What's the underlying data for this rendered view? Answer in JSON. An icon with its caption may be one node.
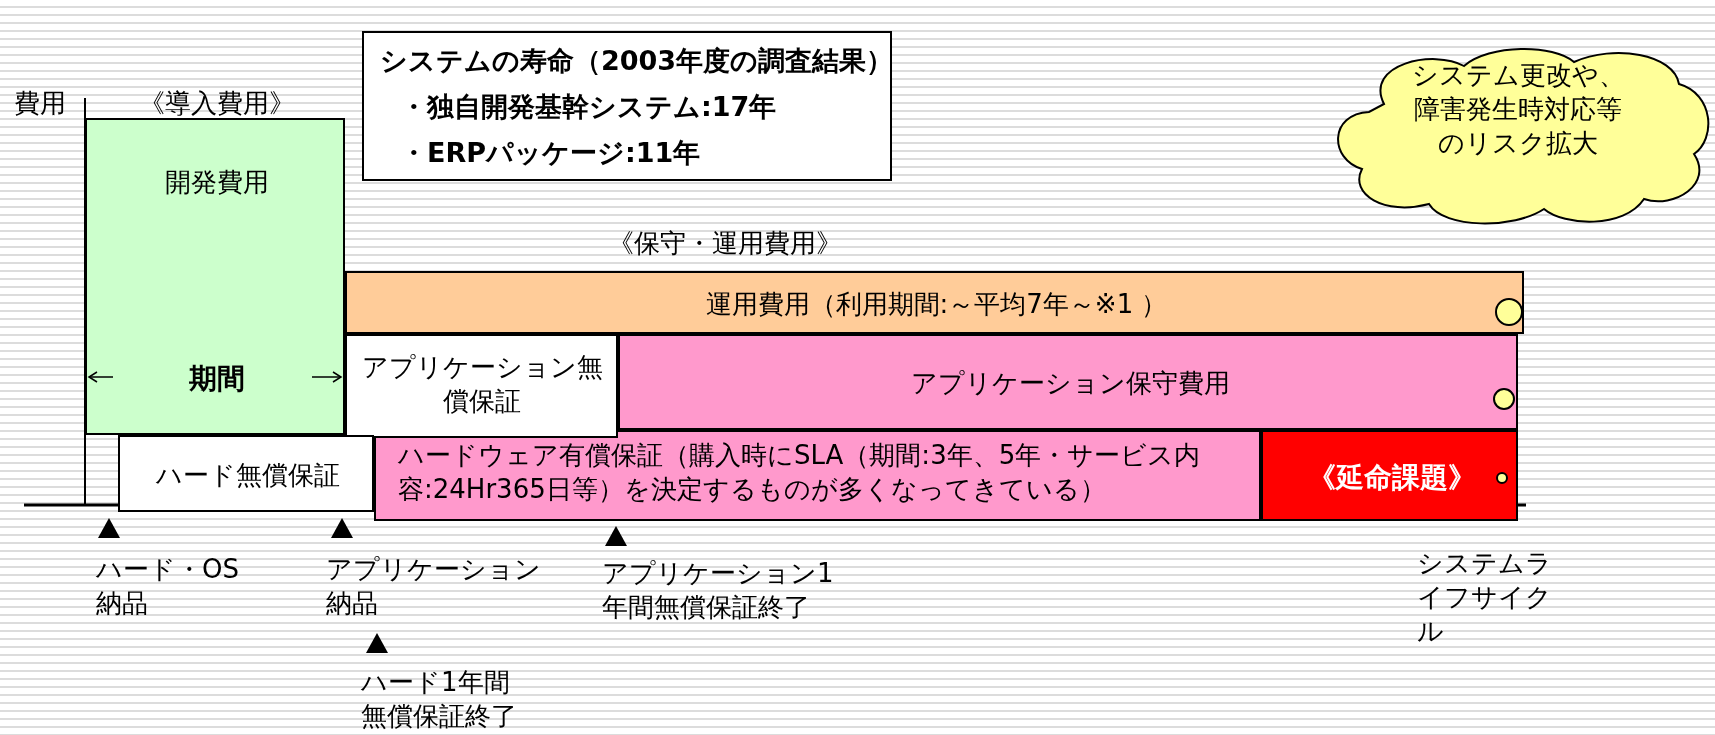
{
  "diagram": {
    "nodes": [
      {
        "text": [
          "システムの寿命（2003年度の調査結果）",
          "・独自開発基幹システム:17年",
          "・ERPパッケージ:11年"
        ]
      },
      {
        "text": [
          "システム更改や、障害発生時対応等のリスク拡大"
        ]
      },
      {
        "text": [
          "《導入費用》",
          "開発費用",
          "期間"
        ]
      },
      {
        "text": [
          "運用費用（利用期間:～平均7年～※1 ）"
        ]
      },
      {
        "text": [
          "アプリケーション無償保証"
        ]
      },
      {
        "text": [
          "アプリケーション保守費用"
        ]
      },
      {
        "text": [
          "ハード無償保証"
        ]
      },
      {
        "text": [
          "ハードウェア有償保証（購入時にSLA（期間:3年、5年・サービス内容:24Hr365日等）を決定するものが多くなってきている）"
        ]
      },
      {
        "text": [
          "《延命課題》"
        ]
      }
    ],
    "edges": [],
    "labels": [
      "費用",
      "《保守・運用費用》",
      "ハード・OS納品",
      "アプリケーション納品",
      "アプリケーション1年間無償保証終了",
      "システムライフサイクル",
      "ハード1年間無償保証終了"
    ]
  }
}
